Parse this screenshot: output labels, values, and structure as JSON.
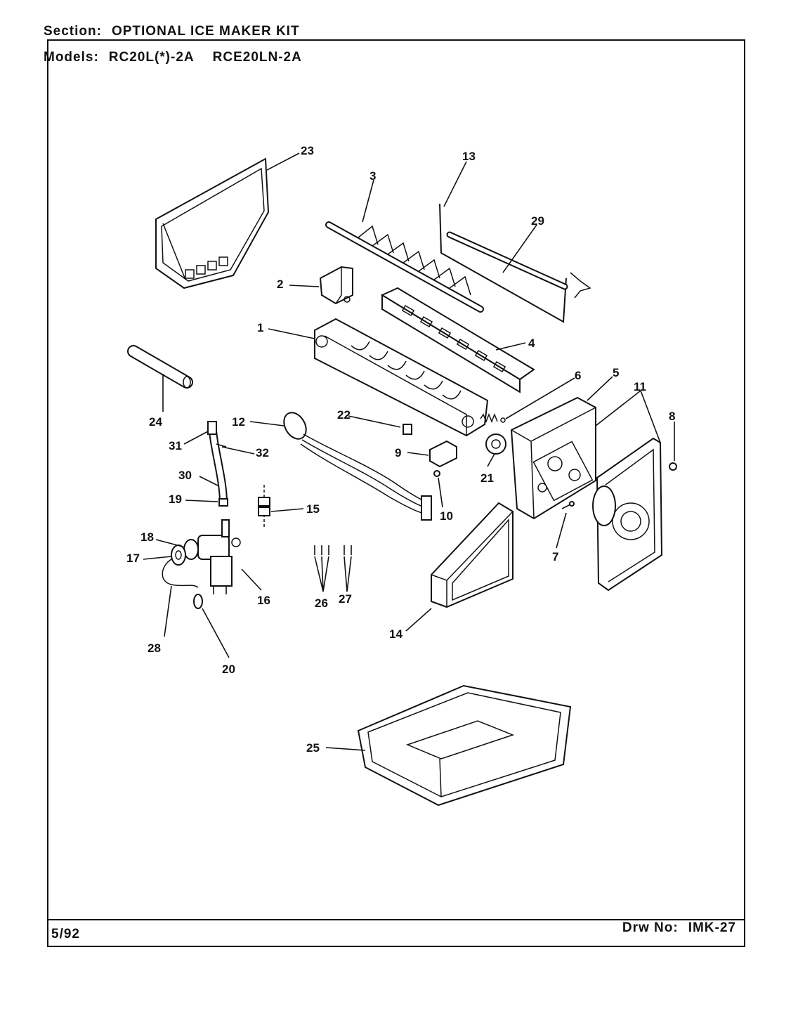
{
  "header": {
    "section_label": "Section:",
    "section_value": "OPTIONAL ICE MAKER KIT",
    "models_label": "Models:",
    "models": [
      "RC20L(*)-2A",
      "RCE20LN-2A"
    ]
  },
  "footer": {
    "date": "5/92",
    "drawing_label": "Drw No:",
    "drawing_number": "IMK-27"
  },
  "callouts": [
    "1",
    "2",
    "3",
    "4",
    "5",
    "6",
    "7",
    "8",
    "9",
    "10",
    "11",
    "12",
    "13",
    "14",
    "15",
    "16",
    "17",
    "18",
    "19",
    "20",
    "21",
    "22",
    "23",
    "24",
    "25",
    "26",
    "27",
    "28",
    "29",
    "30",
    "31",
    "32"
  ]
}
